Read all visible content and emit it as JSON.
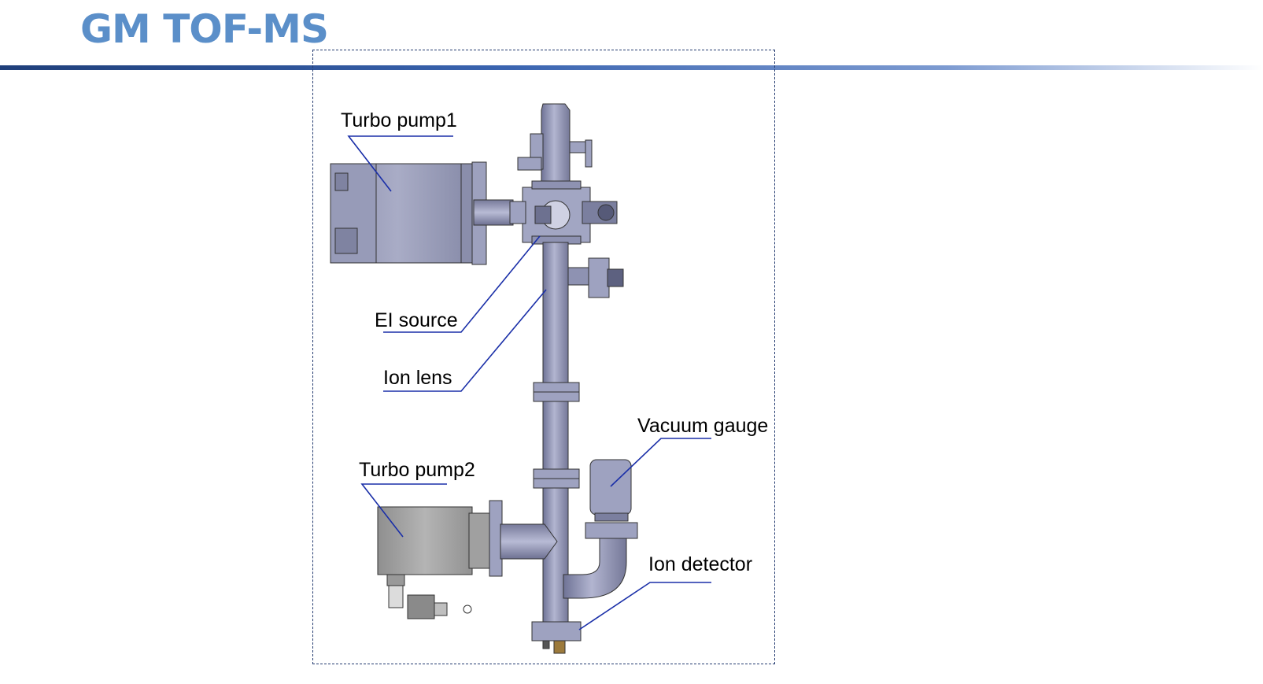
{
  "title": "GM TOF-MS",
  "colors": {
    "title": "#5b8fc9",
    "rule_dark": "#1f3f7a",
    "leader": "#1a2fa8",
    "component_fill": "#9ea2c0",
    "pump2_fill": "#a8a8a8"
  },
  "labels": {
    "turbo_pump1": "Turbo pump1",
    "ei_source": "EI source",
    "ion_lens": "Ion lens",
    "vacuum_gauge": "Vacuum gauge",
    "turbo_pump2": "Turbo pump2",
    "ion_detector": "Ion detector"
  }
}
